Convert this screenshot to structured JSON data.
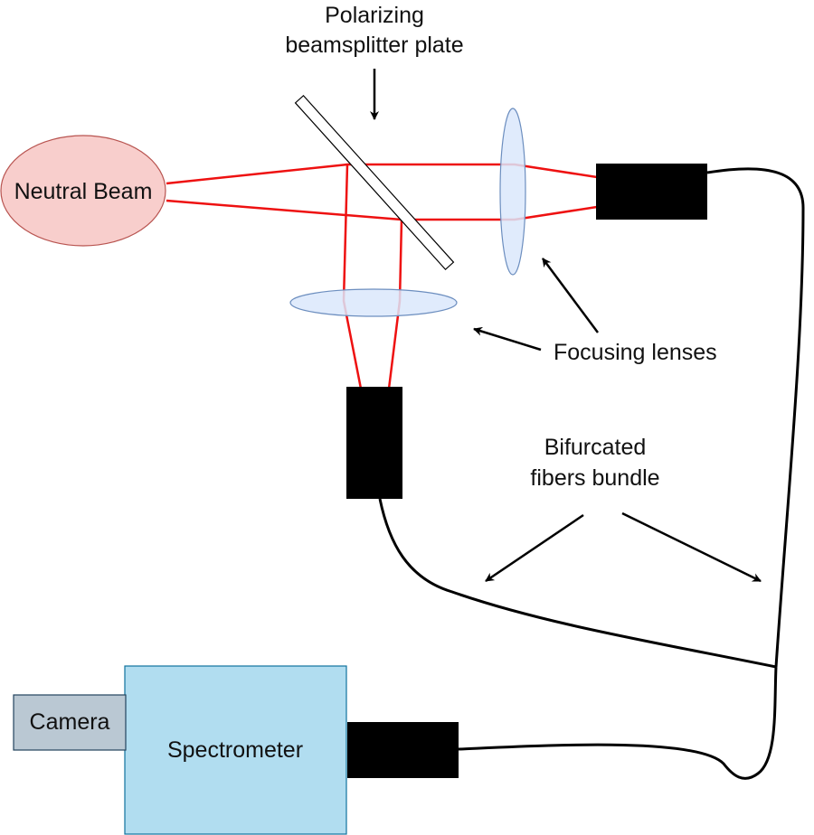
{
  "labels": {
    "polarizer_line1": "Polarizing",
    "polarizer_line2": "beamsplitter plate",
    "neutral_beam": "Neutral Beam",
    "focusing_lenses": "Focusing lenses",
    "bifurcated_line1": "Bifurcated",
    "bifurcated_line2": "fibers bundle",
    "camera": "Camera",
    "spectrometer": "Spectrometer"
  },
  "colors": {
    "beam": "#ee1111",
    "neutral_beam_fill": "#f8cecc",
    "neutral_beam_stroke": "#b85450",
    "lens_fill": "#dae8fc",
    "lens_stroke": "#6c8ebf",
    "spectrometer_fill": "#b1ddf0",
    "spectrometer_stroke": "#10739e",
    "camera_fill": "#bac8d3",
    "camera_stroke": "#23445d",
    "fiber": "#000000",
    "connector": "#000000"
  }
}
